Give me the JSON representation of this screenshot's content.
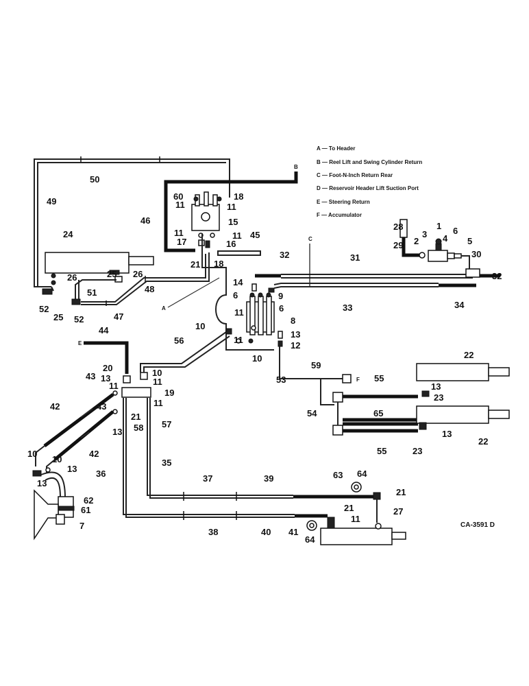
{
  "drawing_code": "CA-3591 D",
  "legend": [
    {
      "key": "A",
      "text": "A — To Header"
    },
    {
      "key": "B",
      "text": "B — Reel Lift and Swing Cylinder Return"
    },
    {
      "key": "C",
      "text": "C — Foot-N-Inch Return Rear"
    },
    {
      "key": "D",
      "text": "D — Reservoir Header Lift Suction Port"
    },
    {
      "key": "E",
      "text": "E — Steering Return"
    },
    {
      "key": "F",
      "text": "F — Accumulator"
    }
  ],
  "port_letters": {
    "A": "A",
    "B": "B",
    "C": "C",
    "E": "E",
    "F": "F"
  },
  "callouts": {
    "c1": "1",
    "c2": "2",
    "c3": "3",
    "c4": "4",
    "c5": "5",
    "c6a": "6",
    "c6b": "6",
    "c6c": "6",
    "c7": "7",
    "c8": "8",
    "c9": "9",
    "c10a": "10",
    "c10b": "10",
    "c10c": "10",
    "c10d": "10",
    "c10e": "10",
    "c11a": "11",
    "c11b": "11",
    "c11c": "11",
    "c11d": "11",
    "c11e": "11",
    "c11f": "11",
    "c11g": "11",
    "c11h": "11",
    "c11i": "11",
    "c11j": "11",
    "c12": "12",
    "c13a": "13",
    "c13b": "13",
    "c13c": "13",
    "c13d": "13",
    "c13e": "13",
    "c13f": "13",
    "c13g": "13",
    "c14": "14",
    "c15": "15",
    "c16": "16",
    "c17": "17",
    "c18a": "18",
    "c18b": "18",
    "c19": "19",
    "c20": "20",
    "c21a": "21",
    "c21b": "21",
    "c21c": "21",
    "c21d": "21",
    "c22a": "22",
    "c22b": "22",
    "c23a": "23",
    "c23b": "23",
    "c24": "24",
    "c25a": "25",
    "c25b": "25",
    "c26a": "26",
    "c26b": "26",
    "c27": "27",
    "c28": "28",
    "c29": "29",
    "c30": "30",
    "c31": "31",
    "c32a": "32",
    "c32b": "32",
    "c33": "33",
    "c34": "34",
    "c35": "35",
    "c36": "36",
    "c37": "37",
    "c38": "38",
    "c39": "39",
    "c40": "40",
    "c41": "41",
    "c42a": "42",
    "c42b": "42",
    "c43a": "43",
    "c43b": "43",
    "c44": "44",
    "c45": "45",
    "c46": "46",
    "c47": "47",
    "c48": "48",
    "c49": "49",
    "c50": "50",
    "c51": "51",
    "c52a": "52",
    "c52b": "52",
    "c53": "53",
    "c54": "54",
    "c55a": "55",
    "c55b": "55",
    "c56": "56",
    "c57": "57",
    "c58": "58",
    "c59": "59",
    "c60": "60",
    "c61": "61",
    "c62": "62",
    "c63": "63",
    "c64a": "64",
    "c64b": "64",
    "c65": "65"
  }
}
